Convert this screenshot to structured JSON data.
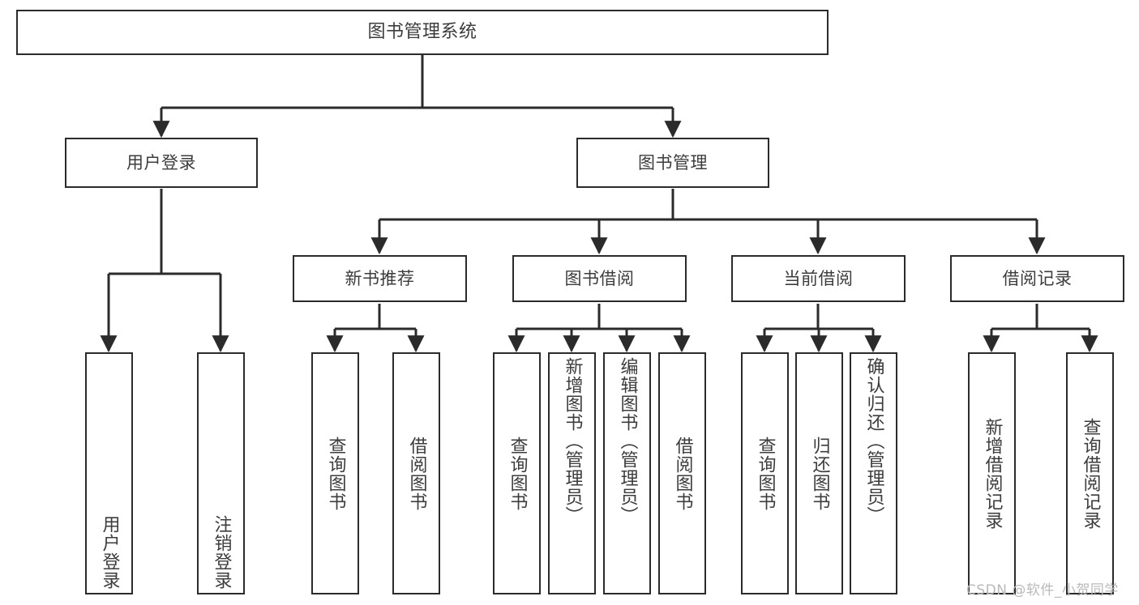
{
  "diagram": {
    "type": "hierarchy-tree",
    "title": "图书管理系统",
    "levels": 3,
    "colors": {
      "box_border": "#2b2b2b",
      "box_fill": "#ffffff",
      "text": "#3c3c3c",
      "connector": "#2b2b2b",
      "watermark": "#b9b9b9",
      "background": "#ffffff"
    },
    "root": {
      "label": "图书管理系统"
    },
    "level2": [
      {
        "label": "用户登录"
      },
      {
        "label": "图书管理"
      }
    ],
    "level3_under_book_management": [
      {
        "label": "新书推荐"
      },
      {
        "label": "图书借阅"
      },
      {
        "label": "当前借阅"
      },
      {
        "label": "借阅记录"
      }
    ],
    "leaves": {
      "user_login": [
        {
          "label": "用户登录"
        },
        {
          "label": "注销登录"
        }
      ],
      "new_book_recommendation": [
        {
          "label": "查询图书"
        },
        {
          "label": "借阅图书"
        }
      ],
      "book_borrowing": [
        {
          "label": "查询图书"
        },
        {
          "label": "新增图书（管理员）"
        },
        {
          "label": "编辑图书（管理员）"
        },
        {
          "label": "借阅图书"
        }
      ],
      "current_borrowing": [
        {
          "label": "查询图书"
        },
        {
          "label": "归还图书"
        },
        {
          "label": "确认归还（管理员）"
        }
      ],
      "borrowing_records": [
        {
          "label": "新增借阅记录"
        },
        {
          "label": "查询借阅记录"
        }
      ]
    }
  },
  "watermark": {
    "text": "CSDN @软件_小贺同学"
  }
}
